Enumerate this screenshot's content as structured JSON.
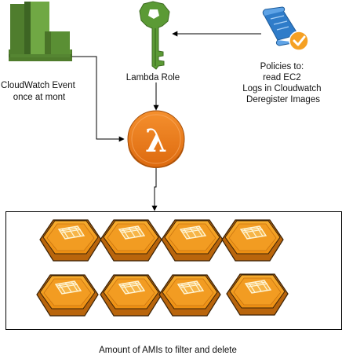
{
  "nodes": {
    "cloudwatch": {
      "label_lines": [
        "CloudWatch Event",
        "once at mont"
      ],
      "icon": "cloudwatch-icon",
      "color": "#6aa13f"
    },
    "role": {
      "label": "Lambda Role",
      "icon": "iam-role-key-icon",
      "color": "#5b9a35"
    },
    "policies": {
      "label_lines": [
        "Policies to:",
        "read EC2",
        "Logs in Cloudwatch",
        "Deregister Images"
      ],
      "icon": "policy-scroll-icon",
      "color": "#2f7cc9",
      "badge_color": "#f5a023"
    },
    "lambda": {
      "icon": "lambda-icon",
      "color": "#f07d1a"
    }
  },
  "ami_group": {
    "count": 8,
    "icon": "ami-icon",
    "color": "#f09a1b",
    "caption": "Amount of AMIs to filter and delete"
  },
  "edges": [
    {
      "from": "policies",
      "to": "role"
    },
    {
      "from": "role",
      "to": "lambda"
    },
    {
      "from": "cloudwatch",
      "to": "lambda"
    },
    {
      "from": "lambda",
      "to": "ami_group"
    }
  ]
}
